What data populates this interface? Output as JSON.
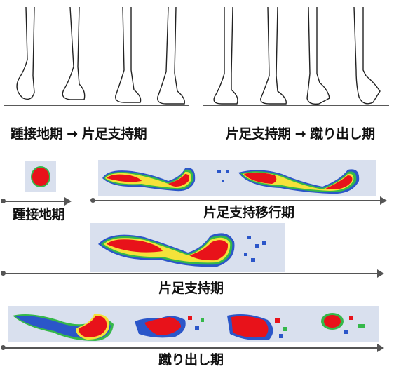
{
  "captions": {
    "top_left": "踵接地期 → 片足支持期",
    "top_right": "片足支持期 → 蹴り出し期",
    "row1_left": "踵接地期",
    "row1_right": "片足支持移行期",
    "row2": "片足支持期",
    "row3": "蹴り出し期"
  },
  "colors": {
    "pressure_high": "#e8121a",
    "pressure_mid": "#f4e23a",
    "pressure_low": "#35b84a",
    "pressure_min": "#2b56c9",
    "panel_bg": "#d9e0ee",
    "arrow": "#555555"
  }
}
